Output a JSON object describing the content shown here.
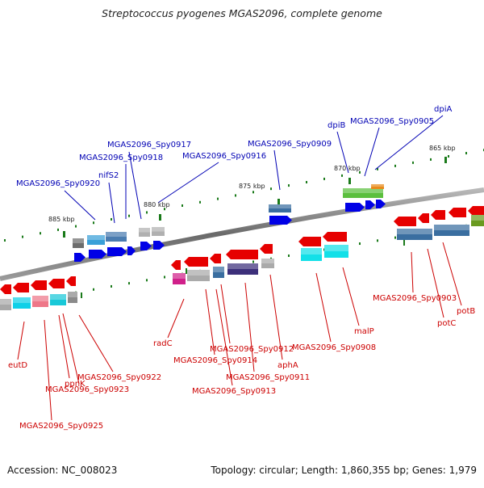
{
  "title": "Streptococcus pyogenes MGAS2096, complete genome",
  "footer": {
    "accession": "Accession: NC_008023",
    "topology": "Topology: circular;",
    "length": "Length: 1,860,355 bp;",
    "genes": "Genes: 1,979"
  },
  "kbp_labels": [
    "885 kbp",
    "880 kbp",
    "875 kbp",
    "870 kbp",
    "865 kbp"
  ],
  "outer_gene_labels": [
    "MGAS2096_Spy0920",
    "nifS2",
    "MGAS2096_Spy0918",
    "MGAS2096_Spy0917",
    "MGAS2096_Spy0916",
    "MGAS2096_Spy0909",
    "dpiB",
    "MGAS2096_Spy0905",
    "dpiA"
  ],
  "inner_gene_labels": [
    "eutD",
    "MGAS2096_Spy0925",
    "ppnK",
    "MGAS2096_Spy0923",
    "MGAS2096_Spy0922",
    "radC",
    "MGAS2096_Spy0914",
    "MGAS2096_Spy0913",
    "MGAS2096_Spy0912",
    "MGAS2096_Spy0911",
    "aphA",
    "MGAS2096_Spy0908",
    "malP",
    "MGAS2096_Spy0903",
    "potC",
    "potB"
  ],
  "colors": {
    "forward_label": "#0000b4",
    "reverse_label": "#cc0000",
    "forward_arrow": "#0000e6",
    "reverse_arrow": "#e60000",
    "backbone": "#808080",
    "tick": "#1a7a1a"
  }
}
